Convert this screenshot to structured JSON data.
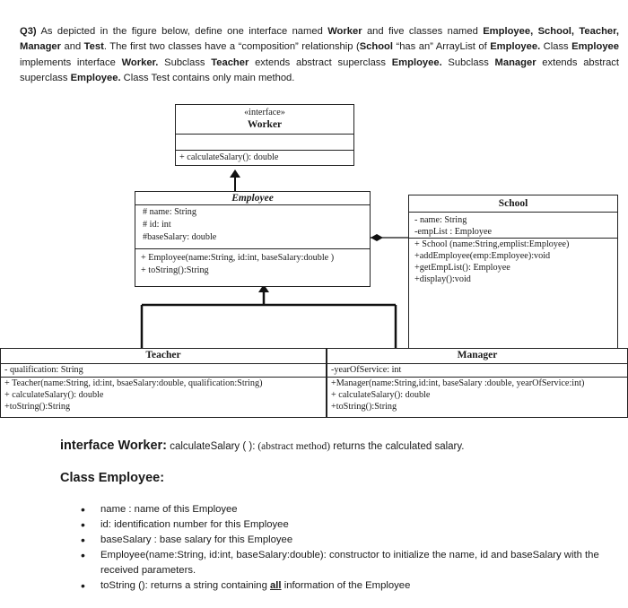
{
  "question": {
    "q_label": "Q3)",
    "p1": " As depicted in the figure below, define one interface named ",
    "worker": "Worker",
    "p2": " and five classes named ",
    "employee_school": "Employee, School, Teacher, Manager",
    "p3": " and ",
    "test": "Test",
    "p4": ". The first two classes have a “composition” relationship (",
    "school_has_an": "School",
    "p5": " “has an” ArrayList of ",
    "employee_dot": "Employee.",
    "p6": " Class ",
    "employee_b1": "Employee",
    "p7": " implements interface ",
    "worker_b2": "Worker.",
    "p8": " Subclass ",
    "teacher_b": "Teacher",
    "p9": " extends abstract superclass ",
    "employee_b2": "Employee.",
    "p10": " Subclass ",
    "manager_b": "Manager",
    "p11": " extends abstract superclass ",
    "employee_b3": "Employee.",
    "p12": " Class Test contains only main method."
  },
  "diagram": {
    "worker": {
      "stereotype": "«interface»",
      "name": "Worker",
      "methods": [
        "+ calculateSalary(): double"
      ]
    },
    "employee": {
      "name": "Employee",
      "attributes": [
        "# name: String",
        "# id: int",
        "#baseSalary: double"
      ],
      "methods": [
        "+ Employee(name:String, id:int, baseSalary:double )",
        "+ toString():String"
      ]
    },
    "school": {
      "name": "School",
      "attributes": [
        "- name: String",
        "-empList : Employee"
      ],
      "methods": [
        "+ School (name:String,emplist:Employee)",
        "+addEmployee(emp:Employee):void",
        "+getEmpList(): Employee",
        "+display():void"
      ]
    },
    "teacher": {
      "name": "Teacher",
      "attributes": [
        "- qualification: String"
      ],
      "methods": [
        "+ Teacher(name:String, id:int, bsaeSalary:double, qualification:String)",
        "+ calculateSalary(): double",
        "+toString():String"
      ]
    },
    "manager": {
      "name": "Manager",
      "attributes": [
        "-yearOfService: int"
      ],
      "methods": [
        "+Manager(name:String,id:int, baseSalary :double, yearOfService:int)",
        "+ calculateSalary(): double",
        "+toString():String"
      ]
    }
  },
  "interface_section": {
    "title": "interface Worker:",
    "method": " calculateSalary ( ):",
    "abstract_note": " (abstract method)",
    "desc": " returns the calculated salary."
  },
  "class_employee": {
    "title": "Class Employee:",
    "bullets": [
      "name : name of this Employee",
      "id: identification number for this Employee",
      "baseSalary : base salary for this Employee",
      "Employee(name:String, id:int, baseSalary:double): constructor to initialize the name, id and baseSalary with the received parameters."
    ],
    "last_bullet_pre": "toString (): returns a string containing ",
    "last_bullet_u": "all",
    "last_bullet_post": " information of the  Employee"
  }
}
